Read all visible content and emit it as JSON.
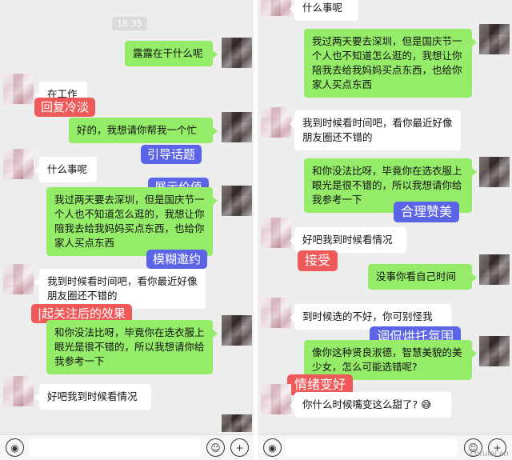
{
  "left": {
    "timestamp": "18:35",
    "messages": [
      {
        "from": "me",
        "text": "露露在干什么呢"
      },
      {
        "from": "them",
        "text": "在工作"
      },
      {
        "from": "me",
        "text": "好的，我想请你帮我一个忙"
      },
      {
        "from": "them",
        "text": "什么事呢"
      },
      {
        "from": "me",
        "text": "我过两天要去深圳，但是国庆节一个人也不知道怎么逛的，我想让你陪我去给我妈妈买点东西，也给你家人买点东西"
      },
      {
        "from": "them",
        "text": "我到时候看时间吧，看你最近好像朋友圈还不错的"
      },
      {
        "from": "me",
        "text": "和你没法比呀，毕竟你在选衣服上眼光是很不错的，所以我想请你给我参考一下"
      },
      {
        "from": "them",
        "text": "好吧我到时候看情况"
      }
    ],
    "tags": {
      "reply_cold": "回复冷淡",
      "guide_topic": "引导话题",
      "show_value": "展示价值",
      "vague_invite": "模糊邀约",
      "attention_effect": "|起关注后的效果"
    }
  },
  "right": {
    "messages": [
      {
        "from": "them",
        "text": "什么事呢"
      },
      {
        "from": "me",
        "text": "我过两天要去深圳，但是国庆节一个人也不知道怎么逛的，我想让你陪我去给我妈妈买点东西，也给你家人买点东西"
      },
      {
        "from": "them",
        "text": "我到时候看时间吧，看你最近好像朋友圈还不错的"
      },
      {
        "from": "me",
        "text": "和你没法比呀，毕竟你在选衣服上眼光是很不错的，所以我想请你给我参考一下"
      },
      {
        "from": "them",
        "text": "好吧我到时候看情况"
      },
      {
        "from": "me",
        "text": "没事你看自己时间"
      },
      {
        "from": "them",
        "text": "到时候选的不好，你可别怪我"
      },
      {
        "from": "me",
        "text": "像你这种贤良淑德，智慧美貌的美少女，怎么可能选错呢?"
      },
      {
        "from": "them",
        "text": "你什么时候嘴变这么甜了?"
      }
    ],
    "emoji": "😅",
    "tags": {
      "praise": "合理赞美",
      "accept": "接受",
      "tease": "调侃烘托氛围",
      "mood_up": "情绪变好"
    }
  },
  "input_bar": {
    "voice_icon": "voice-icon",
    "emoji_icon": "emoji-icon",
    "plus_icon": "plus-icon"
  },
  "watermark": "cnfulai.cn",
  "colors": {
    "my_bubble": "#95ec69",
    "their_bubble": "#ffffff",
    "chat_bg": "#ededed",
    "tag_blue": "#5b64e6",
    "tag_red": "#ee5a5a"
  }
}
